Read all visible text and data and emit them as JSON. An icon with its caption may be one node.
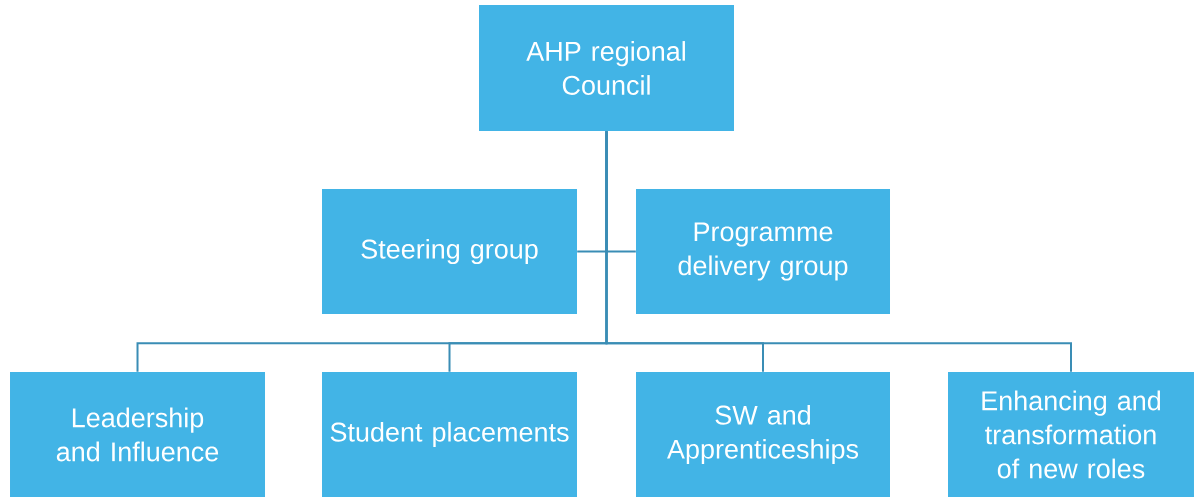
{
  "diagram": {
    "nodes": [
      {
        "text": [
          "AHP regional Council"
        ]
      },
      {
        "text": [
          "Steering group"
        ]
      },
      {
        "text": [
          "Programme delivery group"
        ]
      },
      {
        "text": [
          "Leadership and Influence"
        ]
      },
      {
        "text": [
          "Student placements"
        ]
      },
      {
        "text": [
          "SW and Apprenticeships"
        ]
      },
      {
        "text": [
          "Enhancing and transformation of new roles"
        ]
      }
    ],
    "edges": [
      {
        "from": 0,
        "to": 1,
        "arrow": "none"
      },
      {
        "from": 0,
        "to": 2,
        "arrow": "none"
      },
      {
        "from": 0,
        "to": 3,
        "arrow": "none"
      },
      {
        "from": 0,
        "to": 4,
        "arrow": "none"
      },
      {
        "from": 0,
        "to": 5,
        "arrow": "none"
      },
      {
        "from": 0,
        "to": 6,
        "arrow": "none"
      }
    ]
  }
}
